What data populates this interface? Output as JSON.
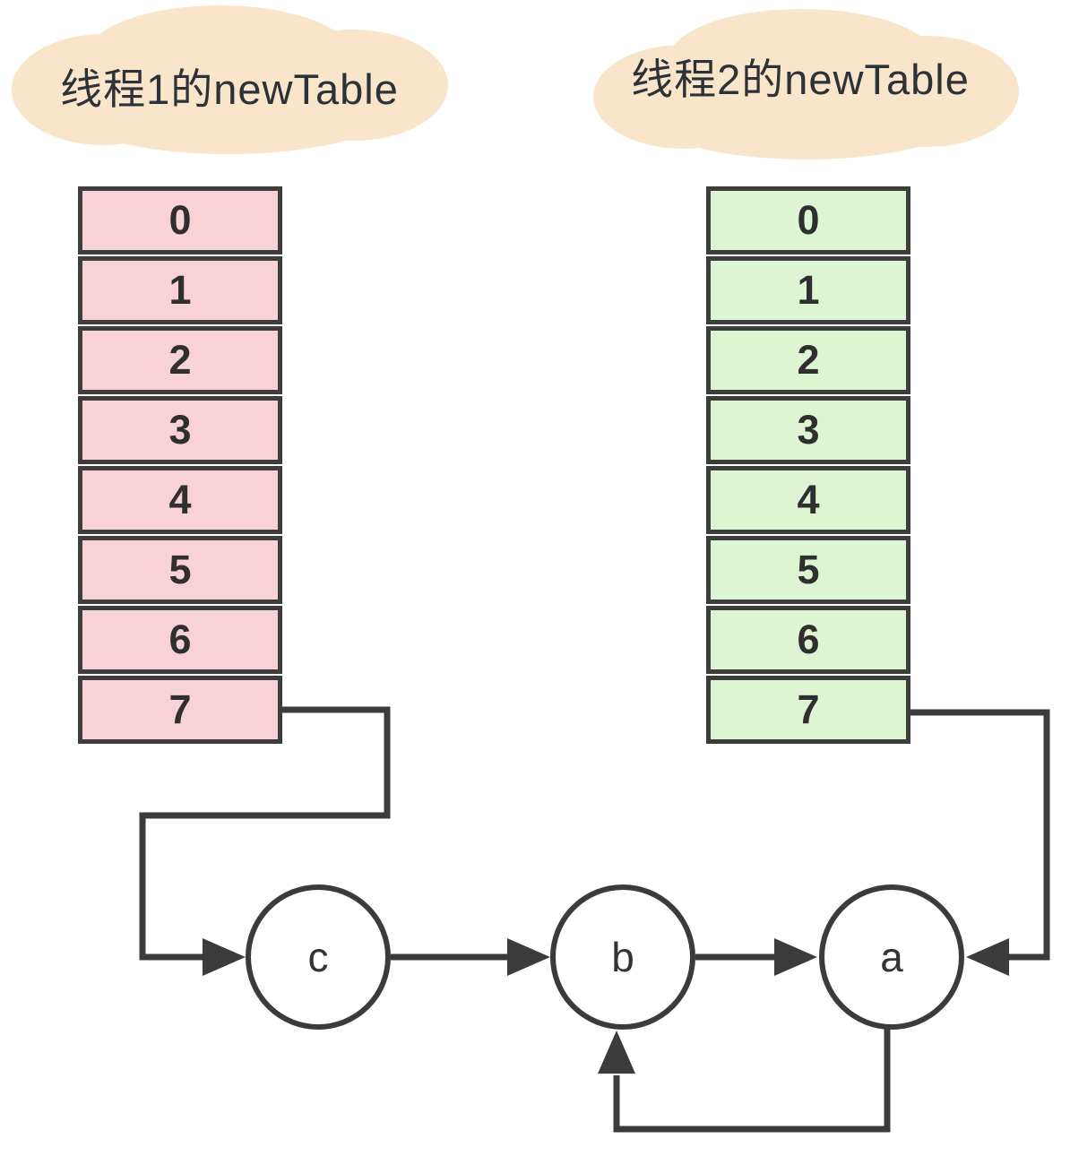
{
  "diagram": {
    "background_color": "#ffffff",
    "stroke_color": "#3b3b3b",
    "clouds": {
      "left": {
        "label": "线程1的newTable",
        "fill": "#f9e5ca"
      },
      "right": {
        "label": "线程2的newTable",
        "fill": "#f9e5ca"
      }
    },
    "tables": {
      "left": {
        "fill": "#f8d2d6",
        "cells": [
          "0",
          "1",
          "2",
          "3",
          "4",
          "5",
          "6",
          "7"
        ]
      },
      "right": {
        "fill": "#def5d3",
        "cells": [
          "0",
          "1",
          "2",
          "3",
          "4",
          "5",
          "6",
          "7"
        ]
      }
    },
    "nodes": {
      "c": "c",
      "b": "b",
      "a": "a"
    },
    "edges": [
      {
        "from": "left-table-slot-7",
        "to": "node-c"
      },
      {
        "from": "node-c",
        "to": "node-b"
      },
      {
        "from": "node-b",
        "to": "node-a"
      },
      {
        "from": "right-table-slot-7",
        "to": "node-a"
      },
      {
        "from": "node-a",
        "to": "node-b"
      }
    ]
  }
}
